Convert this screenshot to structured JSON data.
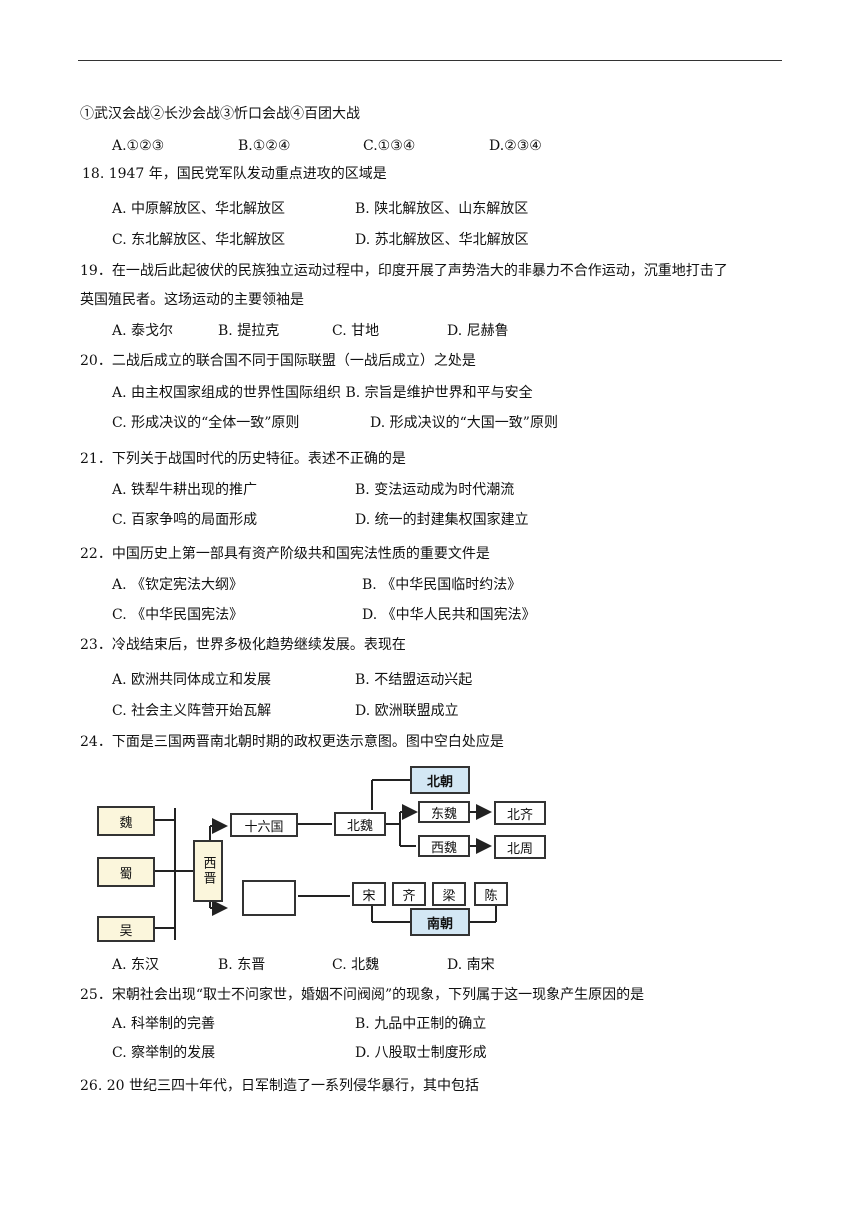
{
  "q17": {
    "items_line": "①武汉会战②长沙会战③忻口会战④百团大战",
    "options": [
      "A.①②③",
      "B.①②④",
      "C.①③④",
      "D.②③④"
    ]
  },
  "q18": {
    "stem": "18. 1947 年，国民党军队发动重点进攻的区域是",
    "options": [
      "A. 中原解放区、华北解放区",
      "B. 陕北解放区、山东解放区",
      "C. 东北解放区、华北解放区",
      "D. 苏北解放区、华北解放区"
    ]
  },
  "q19": {
    "stem_line1": "19．在一战后此起彼伏的民族独立运动过程中，印度开展了声势浩大的非暴力不合作运动，沉重地打击了",
    "stem_line2": "英国殖民者。这场运动的主要领袖是",
    "options": [
      "A. 泰戈尔",
      "B. 提拉克",
      "C. 甘地",
      "D. 尼赫鲁"
    ]
  },
  "q20": {
    "stem": "20．二战后成立的联合国不同于国际联盟（一战后成立）之处是",
    "options": [
      "A. 由主权国家组成的世界性国际组织 B. 宗旨是维护世界和平与安全",
      "C. 形成决议的“全体一致”原则",
      "D. 形成决议的“大国一致”原则"
    ]
  },
  "q21": {
    "stem": "21．下列关于战国时代的历史特征。表述不正确的是",
    "options": [
      "A. 铁犁牛耕出现的推广",
      "B. 变法运动成为时代潮流",
      "C. 百家争鸣的局面形成",
      "D. 统一的封建集权国家建立"
    ]
  },
  "q22": {
    "stem": "22．中国历史上第一部具有资产阶级共和国宪法性质的重要文件是",
    "options": [
      "A. 《钦定宪法大纲》",
      "B. 《中华民国临时约法》",
      "C. 《中华民国宪法》",
      "D. 《中华人民共和国宪法》"
    ]
  },
  "q23": {
    "stem": "23．冷战结束后，世界多极化趋势继续发展。表现在",
    "options": [
      "A. 欧洲共同体成立和发展",
      "B. 不结盟运动兴起",
      "C. 社会主义阵营开始瓦解",
      "D. 欧洲联盟成立"
    ]
  },
  "q24": {
    "stem": "24．下面是三国两晋南北朝时期的政权更迭示意图。图中空白处应是",
    "diagram": {
      "wei": "魏",
      "shu": "蜀",
      "wu": "吴",
      "xijin": "西晋",
      "shiliuguo": "十六国",
      "beiwei": "北魏",
      "beichao": "北朝",
      "dongwei": "东魏",
      "xiwei": "西魏",
      "beiqi": "北齐",
      "beizhou": "北周",
      "song": "宋",
      "qi": "齐",
      "liang": "梁",
      "chen": "陈",
      "nanchao": "南朝"
    },
    "options": [
      "A. 东汉",
      "B. 东晋",
      "C. 北魏",
      "D. 南宋"
    ]
  },
  "q25": {
    "stem": "25．宋朝社会出现“取士不问家世，婚姻不问阀阅”的现象，下列属于这一现象产生原因的是",
    "options": [
      "A. 科举制的完善",
      "B. 九品中正制的确立",
      "C. 察举制的发展",
      "D. 八股取士制度形成"
    ]
  },
  "q26": {
    "stem": "26. 20 世纪三四十年代，日军制造了一系列侵华暴行，其中包括"
  }
}
